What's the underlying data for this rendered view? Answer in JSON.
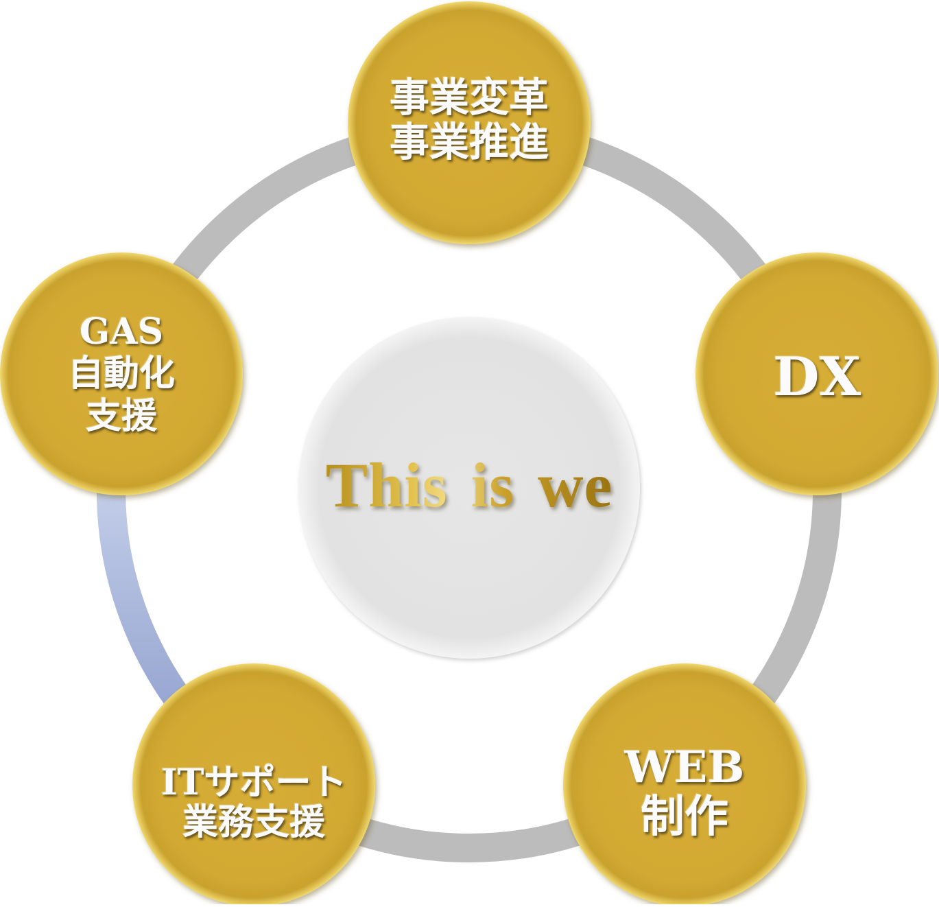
{
  "diagram": {
    "center": {
      "label": "This is we"
    },
    "nodes": [
      {
        "id": "business",
        "lines": [
          "事業変革",
          "事業推進"
        ]
      },
      {
        "id": "dx",
        "lines": [
          "DX"
        ]
      },
      {
        "id": "web",
        "lines": [
          "WEB",
          "制作"
        ]
      },
      {
        "id": "it-support",
        "lines": [
          "ITサポート",
          "業務支援"
        ]
      },
      {
        "id": "gas",
        "lines": [
          "GAS",
          "自動化",
          "支援"
        ]
      }
    ],
    "colors": {
      "node_fill": "#d3aa34",
      "node_highlight": "#f3dc7a",
      "ring": "#bdbdbd",
      "ring_accent": "#a9b7dc",
      "center_fill": "#e4e4e4",
      "text": "#fbfbfb"
    }
  }
}
